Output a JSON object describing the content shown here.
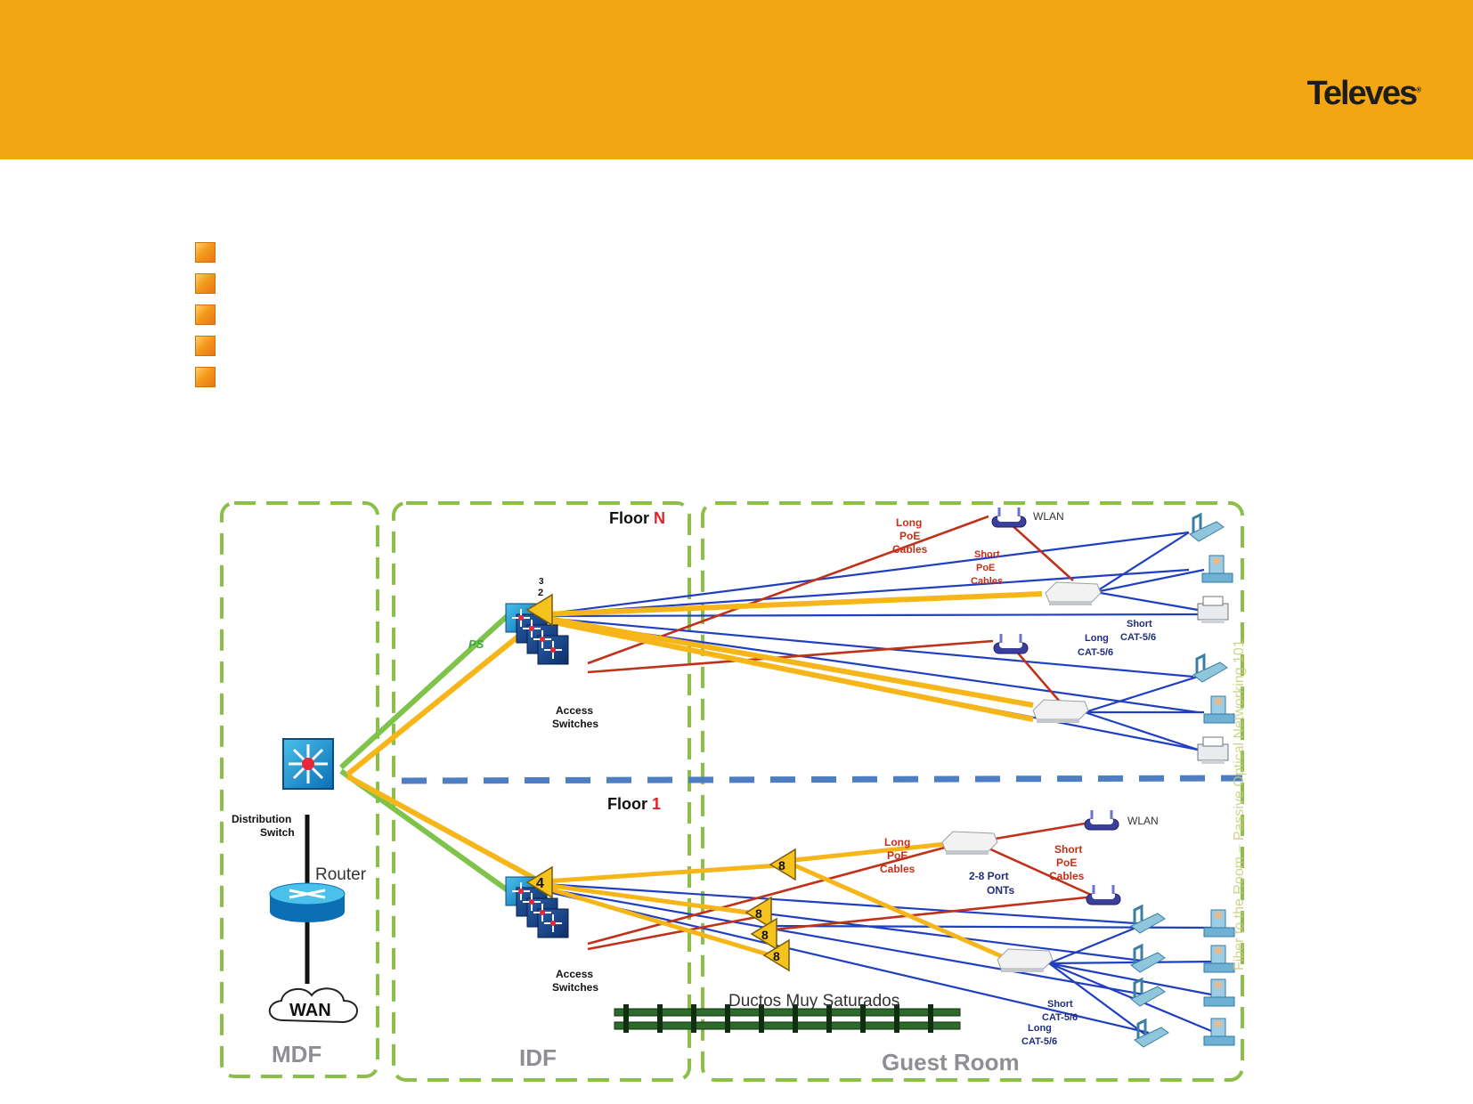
{
  "brand": {
    "logo_text": "Televes",
    "trademark": "®"
  },
  "bullets": {
    "count": 5
  },
  "diagram": {
    "zones": {
      "mdf": "MDF",
      "idf": "IDF",
      "guest_room": "Guest Room"
    },
    "floors": {
      "top_prefix": "Floor",
      "top_suffix": "N",
      "bottom_prefix": "Floor",
      "bottom_suffix": "1"
    },
    "labels": {
      "distribution_switch_line1": "Distribution",
      "distribution_switch_line2": "Switch",
      "router": "Router",
      "wan": "WAN",
      "access_switches_line1": "Access",
      "access_switches_line2": "Switches",
      "gps_fragment": "PS",
      "wlan": "WLAN",
      "long_poe_line1": "Long",
      "long_poe_line2": "PoE",
      "long_poe_line3": "Cables",
      "short_poe_line1": "Short",
      "short_poe_line2": "PoE",
      "short_poe_line3": "Cables",
      "short_cat_line1": "Short",
      "short_cat_line2": "CAT-5/6",
      "long_cat_line1": "Long",
      "long_cat_line2": "CAT-5/6",
      "onts_line1": "2-8 Port",
      "onts_line2": "ONTs",
      "ductos": "Ductos Muy Saturados",
      "watermark": "Fiber to the Room – Passive Optical Networking 101"
    },
    "splitters": {
      "top_ratio_a": "3",
      "top_ratio_b": "2",
      "bottom_ratio": "4",
      "ratio_8": "8"
    },
    "colors": {
      "fiber": "#f6b518",
      "green_link": "#7fc34a",
      "poe": "#c0311a",
      "cat": "#1f3fc0",
      "zone_border": "#8cbf4a",
      "floor_divider": "#4d7ec4"
    }
  }
}
